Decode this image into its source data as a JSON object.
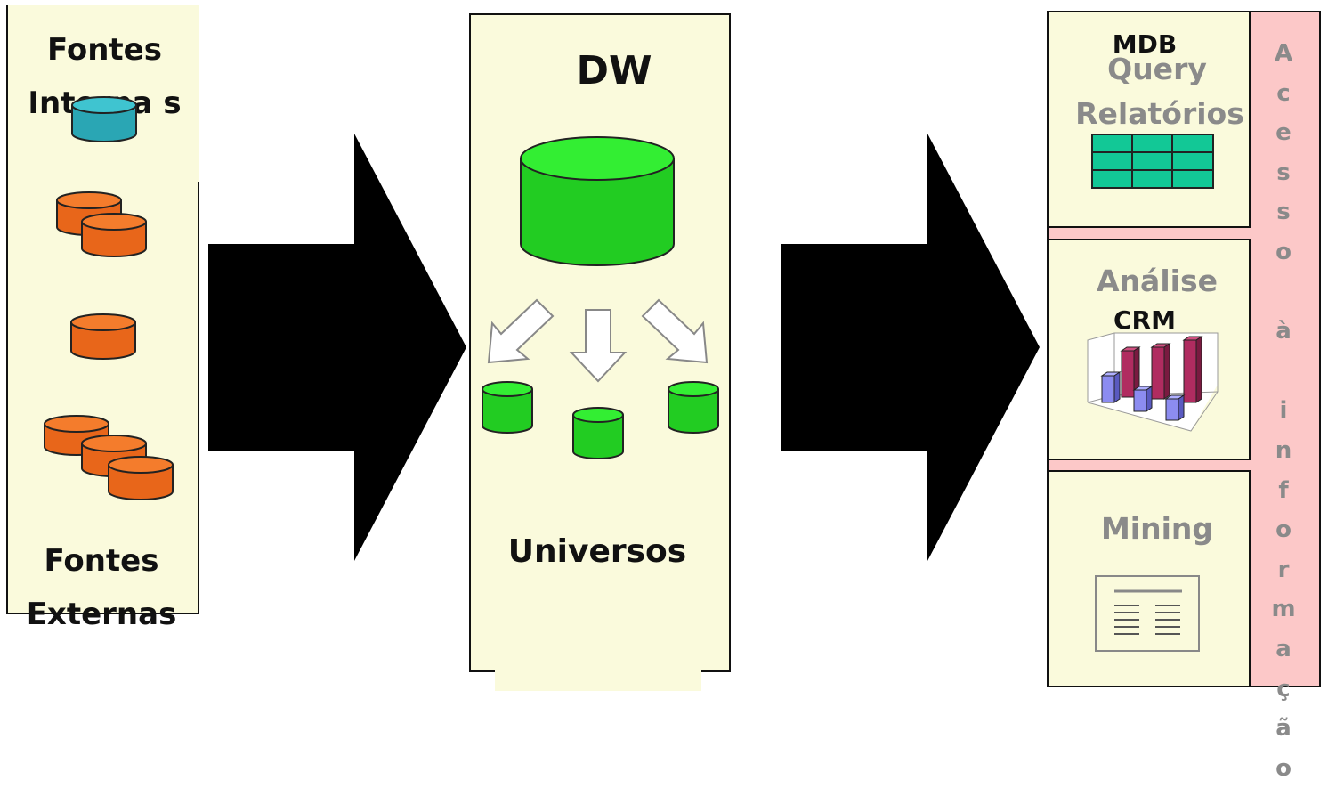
{
  "colors": {
    "panel_bg": "#fafadc",
    "access_bg": "#fcc8c8",
    "arrow": "#000000",
    "dw_cylinder": "#22cc22",
    "source_cylinder": "#ee6a10",
    "internal_cylinder": "#2aa6b4",
    "table_icon": "#12c896",
    "bar_red": "#b02c60",
    "bar_blue": "#8c8cf0"
  },
  "sources": {
    "internal_label": "Fontes Interna s",
    "external_label": "Fontes Externas",
    "internal_icon": "database-icon",
    "external_icon": "database-icon"
  },
  "dw": {
    "title": "DW",
    "universes_label": "Universos",
    "main_icon": "database-icon",
    "split_arrows_icon": "hollow-arrow-icon"
  },
  "flow_arrows": [
    "big-arrow-right-icon",
    "big-arrow-right-icon"
  ],
  "tools": {
    "box1": {
      "mdb": "MDB",
      "query": "Query",
      "reports": "Relatórios",
      "icon": "table-icon"
    },
    "box2": {
      "analysis": "Análise",
      "crm": "CRM",
      "icon": "bar-chart-icon"
    },
    "box3": {
      "mining": "Mining",
      "icon": "document-icon"
    }
  },
  "access_letters": [
    "A",
    "c",
    "e",
    "s",
    "s",
    "o",
    "",
    "à",
    "",
    "i",
    "n",
    "f",
    "o",
    "r",
    "m",
    "a",
    "ç",
    "ã",
    "o"
  ]
}
